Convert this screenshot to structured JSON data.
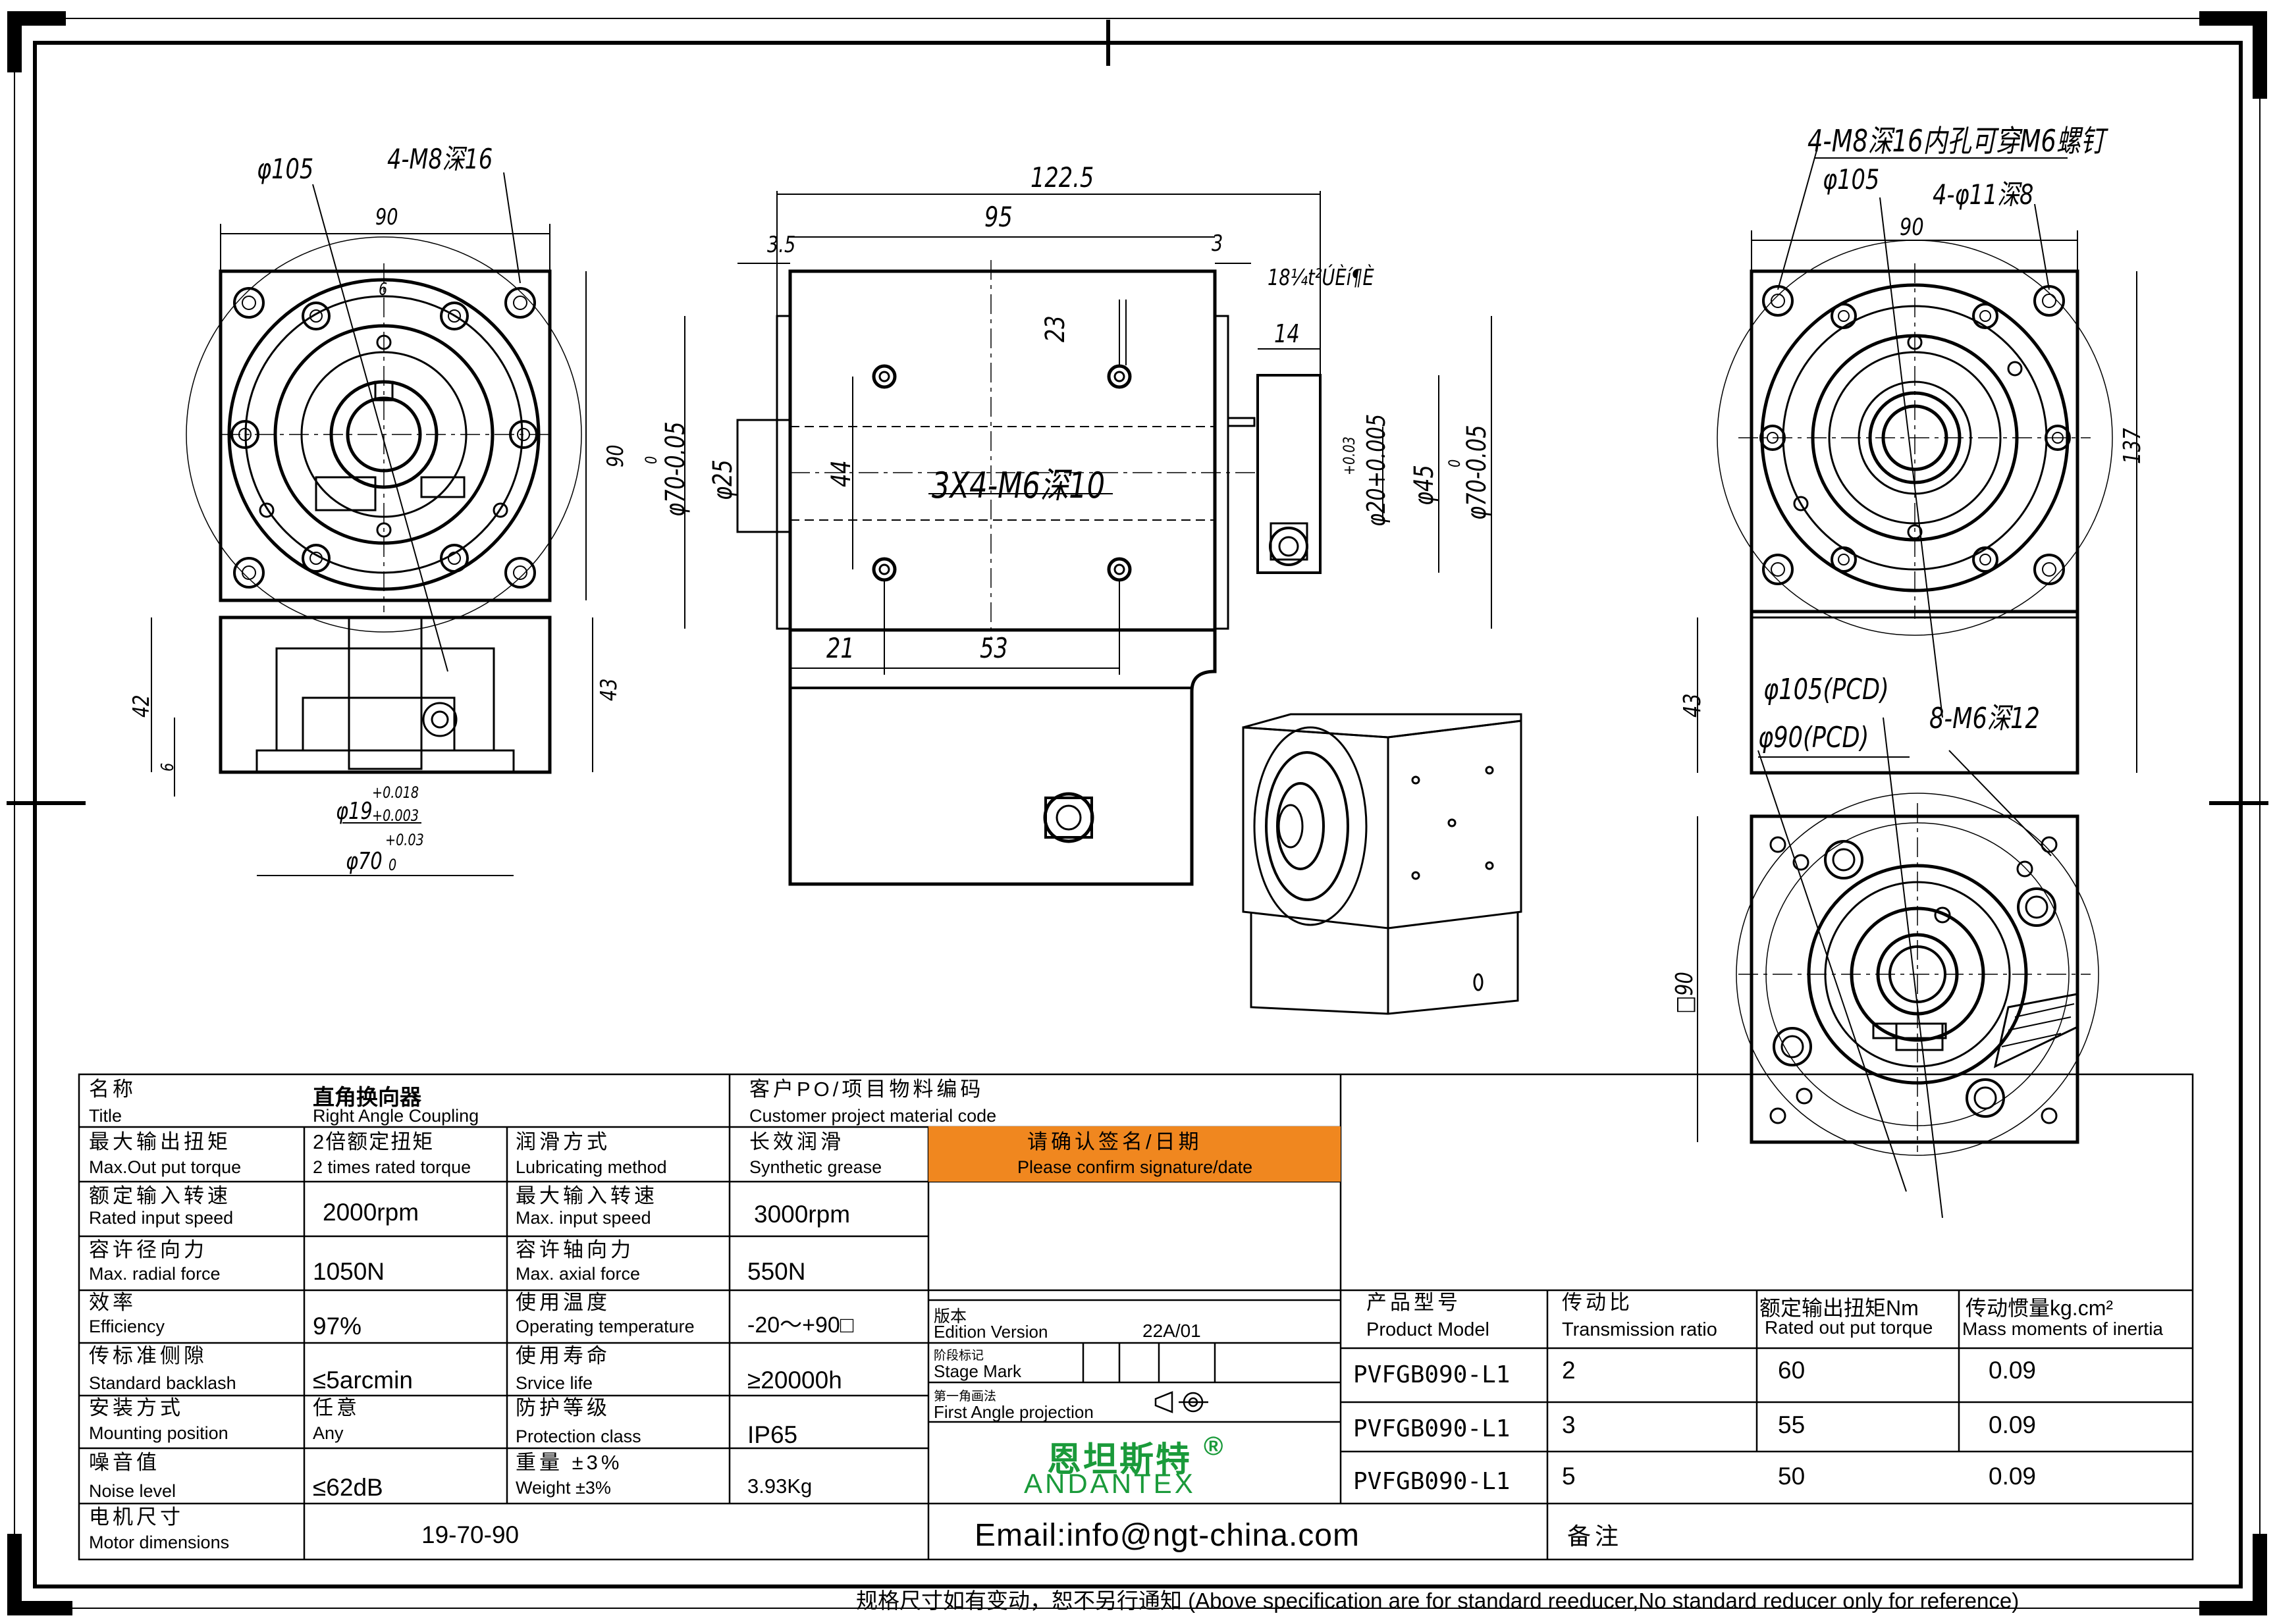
{
  "title_block": {
    "title": {
      "label_cn": "名称",
      "label_en": "Title",
      "value_cn": "直角换向器",
      "value_en": "Right Angle Coupling"
    },
    "customer": {
      "label_cn": "客户PO/项目物料编码",
      "label_en": "Customer project material code"
    },
    "confirm": {
      "label_cn": "请确认签名/日期",
      "label_en": "Please confirm signature/date"
    },
    "specs": [
      {
        "label_cn": "最大输出扭矩",
        "label_en": "Max.Out put torque",
        "value_cn": "2倍额定扭矩",
        "value_en": "2 times rated torque"
      },
      {
        "label_cn": "润滑方式",
        "label_en": "Lubricating method",
        "value_cn": "长效润滑",
        "value_en": "Synthetic grease"
      },
      {
        "label_cn": "额定输入转速",
        "label_en": "Rated input speed",
        "value": "2000rpm"
      },
      {
        "label_cn": "最大输入转速",
        "label_en": "Max. input speed",
        "value": "3000rpm"
      },
      {
        "label_cn": "容许径向力",
        "label_en": "Max. radial force",
        "value": "1050N"
      },
      {
        "label_cn": "容许轴向力",
        "label_en": "Max. axial force",
        "value": "550N"
      },
      {
        "label_cn": "效率",
        "label_en": "Efficiency",
        "value": "97%"
      },
      {
        "label_cn": "使用温度",
        "label_en": "Operating temperature",
        "value": "-20〜+90□"
      },
      {
        "label_cn": "传标准侧隙",
        "label_en": "Standard backlash",
        "value": "≤5arcmin"
      },
      {
        "label_cn": "使用寿命",
        "label_en": "Srvice life",
        "value": "≥20000h"
      },
      {
        "label_cn": "安装方式",
        "label_en": "Mounting position",
        "value_cn": "任意",
        "value_en": "Any"
      },
      {
        "label_cn": "防护等级",
        "label_en": "Protection class",
        "value": "IP65"
      },
      {
        "label_cn": "噪音值",
        "label_en": "Noise level",
        "value": "≤62dB"
      },
      {
        "label_cn": "重量 ±3%",
        "label_en": "Weight ±3%",
        "value": "3.93Kg"
      },
      {
        "label_cn": "电机尺寸",
        "label_en": "Motor dimensions",
        "value": "19-70-90"
      }
    ],
    "edition": {
      "label_cn": "版本",
      "label_en": "Edition Version",
      "value": "22A/01"
    },
    "stage": {
      "label_cn": "阶段标记",
      "label_en": "Stage Mark"
    },
    "projection": {
      "label_cn": "第一角画法",
      "label_en": "First Angle projection"
    },
    "logo": {
      "cn": "恩坦斯特",
      "reg": "®",
      "en": "ANDANTEX"
    },
    "email": "Email:info@ngt-china.com",
    "remarks": "备注",
    "models": {
      "headers": [
        {
          "cn": "产品型号",
          "en": "Product Model"
        },
        {
          "cn": "传动比",
          "en": "Transmission ratio"
        },
        {
          "cn": "额定输出扭矩Nm",
          "en": "Rated out put torque"
        },
        {
          "cn": "传动惯量kg.cm²",
          "en": "Mass moments of inertia"
        }
      ],
      "rows": [
        {
          "model": "PVFGB090-L1",
          "ratio": "2",
          "torque": "60",
          "inertia": "0.09"
        },
        {
          "model": "PVFGB090-L1",
          "ratio": "3",
          "torque": "55",
          "inertia": "0.09"
        },
        {
          "model": "PVFGB090-L1",
          "ratio": "5",
          "torque": "50",
          "inertia": "0.09"
        }
      ]
    }
  },
  "footer_note": "规格尺寸如有变动，恕不另行通知   (Above specification are for standard reeducer,No standard reducer only for reference)",
  "dimensions": {
    "left_view": {
      "d105": "φ105",
      "holes": "4-M8深16",
      "w90": "90",
      "h90": "90",
      "h42": "42",
      "h43": "43",
      "h6": "6",
      "b6": "6",
      "shaft": "φ19",
      "shaft_tol_up": "+0.018",
      "shaft_tol_dn": "+0.003",
      "pilot": "φ70",
      "pilot_tol_up": "+0.03",
      "pilot_tol_dn": "0"
    },
    "middle_view": {
      "l122": "122.5",
      "l95": "95",
      "l35": "3.5",
      "l3": "3",
      "l18": "18¼t²ÚÈí¶È",
      "l23": "23",
      "l14": "14",
      "d70": "φ70-0.05",
      "d70_top": "0",
      "d25": "φ25",
      "l44": "44",
      "holes": "3X4-M6深10",
      "d20": "φ20+0.005",
      "d20_top": "+0.03",
      "d45": "φ45",
      "d70r": "φ70-0.05",
      "d70r_top": "0",
      "l21": "21",
      "l53": "53"
    },
    "right_view": {
      "holes": "4-M8深16内孔可穿M6螺钉",
      "d105": "φ105",
      "w90": "90",
      "holes11": "4-φ11深8",
      "h137": "137",
      "h43": "43",
      "pcd105": "φ105(PCD)",
      "pcd90": "φ90(PCD)",
      "m6": "8-M6深12",
      "sq90": "□90"
    }
  }
}
